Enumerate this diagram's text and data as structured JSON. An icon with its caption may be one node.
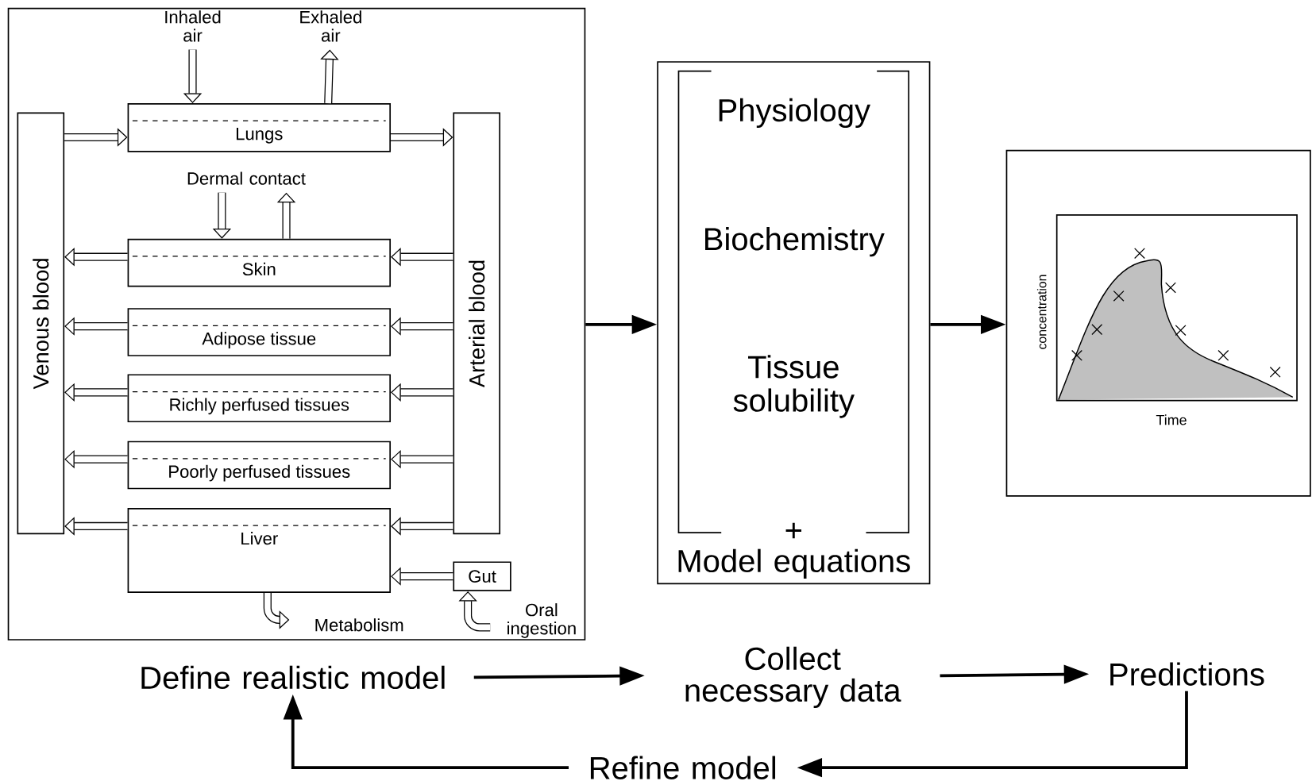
{
  "diagram": {
    "nodes": [
      {
        "text": [],
        "shape": "box"
      },
      {
        "text": [
          "Inhaled air"
        ],
        "in": 0
      },
      {
        "text": [
          "Exhaled air"
        ],
        "in": 0
      },
      {
        "text": [
          "Venous blood"
        ],
        "in": 0
      },
      {
        "text": [
          "Lungs"
        ],
        "in": 0
      },
      {
        "text": [
          "Arterial blood"
        ],
        "in": 0
      },
      {
        "text": [
          "Dermal contact"
        ],
        "in": 0
      },
      {
        "text": [
          "Skin"
        ],
        "in": 0
      },
      {
        "text": [
          "Adipose tissue"
        ],
        "in": 0
      },
      {
        "text": [
          "Richly perfused tissues"
        ],
        "in": 0
      },
      {
        "text": [
          "Poorly perfused tissues"
        ],
        "in": 0
      },
      {
        "text": [
          "Liver"
        ],
        "in": 0
      },
      {
        "text": [
          "Gut"
        ],
        "in": 0
      },
      {
        "text": [
          "Metabolism"
        ],
        "in": 0
      },
      {
        "text": [
          "Oral ingestion"
        ],
        "in": 0
      },
      {
        "text": [
          "Physiology",
          "Biochemistry",
          "Tissue solubility",
          "+",
          "Model equations"
        ]
      },
      {
        "text": [],
        "shape": "box"
      },
      {
        "text": [
          "Define realistic model"
        ]
      },
      {
        "text": [
          "Collect necessary data"
        ]
      },
      {
        "text": [
          "Predictions"
        ]
      },
      {
        "text": [
          "Refine model"
        ]
      }
    ],
    "edges": [
      {
        "from": 1,
        "to": 4,
        "arrow": "to"
      },
      {
        "from": 4,
        "to": 2,
        "arrow": "to"
      },
      {
        "from": 3,
        "to": 4,
        "arrow": "to"
      },
      {
        "from": 4,
        "to": 5,
        "arrow": "to"
      },
      {
        "from": 6,
        "to": 7,
        "arrow": "to"
      },
      {
        "from": 7,
        "to": 6,
        "arrow": "to"
      },
      {
        "from": 5,
        "to": 7,
        "arrow": "to"
      },
      {
        "from": 7,
        "to": 3,
        "arrow": "to"
      },
      {
        "from": 5,
        "to": 8,
        "arrow": "to"
      },
      {
        "from": 8,
        "to": 3,
        "arrow": "to"
      },
      {
        "from": 5,
        "to": 9,
        "arrow": "to"
      },
      {
        "from": 9,
        "to": 3,
        "arrow": "to"
      },
      {
        "from": 5,
        "to": 10,
        "arrow": "to"
      },
      {
        "from": 10,
        "to": 3,
        "arrow": "to"
      },
      {
        "from": 5,
        "to": 11,
        "arrow": "to"
      },
      {
        "from": 11,
        "to": 3,
        "arrow": "to"
      },
      {
        "from": 12,
        "to": 11,
        "arrow": "to"
      },
      {
        "from": 11,
        "to": 13,
        "arrow": "to"
      },
      {
        "from": 14,
        "to": 12,
        "arrow": "to"
      },
      {
        "from": 0,
        "to": 15,
        "arrow": "to"
      },
      {
        "from": 15,
        "to": 16,
        "arrow": "to"
      },
      {
        "from": 17,
        "to": 18,
        "arrow": "to"
      },
      {
        "from": 18,
        "to": 19,
        "arrow": "to"
      },
      {
        "from": 19,
        "to": 20,
        "arrow": "to"
      },
      {
        "from": 20,
        "to": 17,
        "arrow": "to"
      }
    ],
    "labels": [
      "concentration",
      "Time"
    ]
  }
}
